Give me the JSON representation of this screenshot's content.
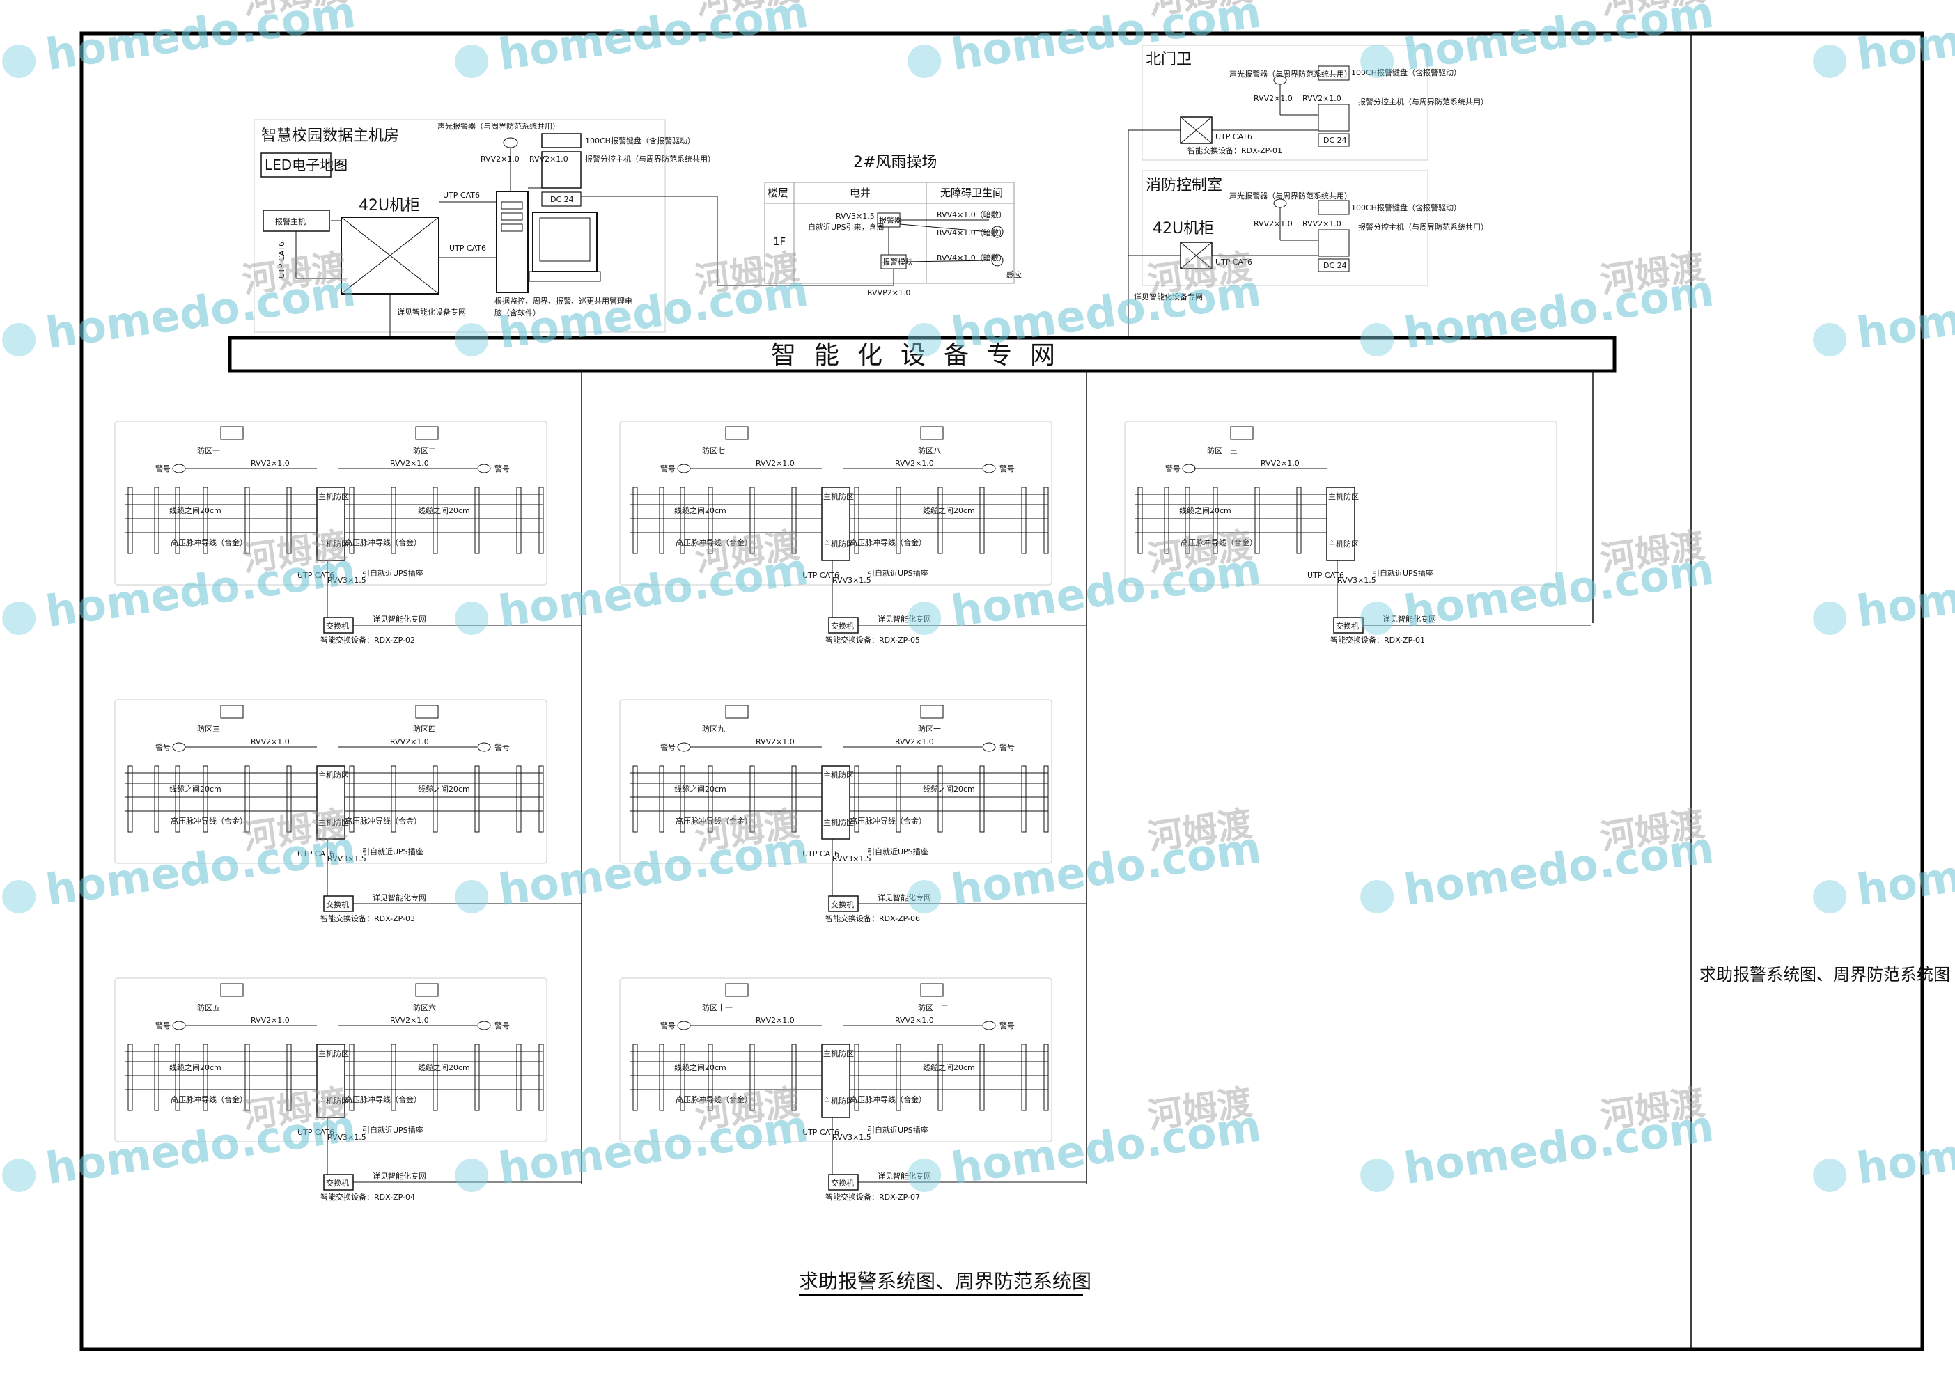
{
  "footer_title": "求助报警系统图、周界防范系统图",
  "side_title": "求助报警系统图、周界防范系统图",
  "network_label": "智能化设备专网",
  "watermark": {
    "brand": "homedo.com",
    "cn": "河姆渡"
  },
  "data_room": {
    "title": "智慧校园数据主机房",
    "led": "LED电子地图",
    "rack": "42U机柜",
    "host_label": "报警主机",
    "utp1": "UTP CAT6",
    "utp2": "UTP CAT6",
    "utp3": "UTP CAT6",
    "pc_note1": "根据监控、周界、报警、巡更共用管理电",
    "pc_note2": "脑（含软件）",
    "strobe": "声光报警器（与周界防范系统共用）",
    "keyboard": "100CH报警键盘（含报警驱动）",
    "host_note": "报警分控主机（与周界防范系统共用）",
    "rvv1": "RVV2×1.0",
    "rvv2": "RVV2×1.0",
    "ps": "DC 24",
    "net_note": "详见智能化设备专网"
  },
  "field": {
    "title": "2#风雨操场",
    "col1": "楼层",
    "col2": "电井",
    "col3": "无障碍卫生间",
    "floor": "1F",
    "rvv_ups": "RVV3×1.5",
    "ups_note": "自就近UPS引来，含周",
    "box1": "报警器",
    "box2": "报警模块",
    "r1": "RVV4×1.0（暗敷）",
    "r2": "RVV4×1.0（暗敷）",
    "r3": "RVV4×1.0（暗敷）",
    "bottom": "RVVP2×1.0",
    "sensor_note": "感应"
  },
  "north_gate": {
    "title": "北门卫",
    "strobe": "声光报警器（与周界防范系统共用）",
    "keyboard": "100CH报警键盘（含报警驱动）",
    "host": "报警分控主机（与周界防范系统共用）",
    "rvv1": "RVV2×1.0",
    "rvv2": "RVV2×1.0",
    "utp": "UTP CAT6",
    "code": "智能交换设备：RDX-ZP-01",
    "ps": "DC 24"
  },
  "fire_room": {
    "title": "消防控制室",
    "rack": "42U机柜",
    "strobe": "声光报警器（与周界防范系统共用）",
    "keyboard": "100CH报警键盘（含报警驱动）",
    "host": "报警分控主机（与周界防范系统共用）",
    "rvv1": "RVV2×1.0",
    "rvv2": "RVV2×1.0",
    "utp": "UTP CAT6",
    "net_note": "详见智能化设备专网",
    "ps": "DC 24"
  },
  "fence_common": {
    "rvv": "RVV2×1.0",
    "siren": "警号",
    "spacing": "线缆之间20cm",
    "hv": "高压脉冲导线（合金）",
    "host": "主机防区",
    "main_host": "主机防区",
    "utp": "UTP CAT6",
    "rvv_ups": "RVV3×1.5",
    "ups": "引自就近UPS插座",
    "net_note": "详见智能化专网",
    "switch": "交换机",
    "dev": "智能交换设备："
  },
  "fence_units": [
    {
      "left_zone": "防区一",
      "right_zone": "防区二",
      "code": "RDX-ZP-02"
    },
    {
      "left_zone": "防区三",
      "right_zone": "防区四",
      "code": "RDX-ZP-03"
    },
    {
      "left_zone": "防区五",
      "right_zone": "防区六",
      "code": "RDX-ZP-04"
    },
    {
      "left_zone": "防区七",
      "right_zone": "防区八",
      "code": "RDX-ZP-05"
    },
    {
      "left_zone": "防区九",
      "right_zone": "防区十",
      "code": "RDX-ZP-06"
    },
    {
      "left_zone": "防区十一",
      "right_zone": "防区十二",
      "code": "RDX-ZP-07"
    },
    {
      "left_zone": "防区十三",
      "right_zone": "",
      "code": "RDX-ZP-01"
    }
  ]
}
